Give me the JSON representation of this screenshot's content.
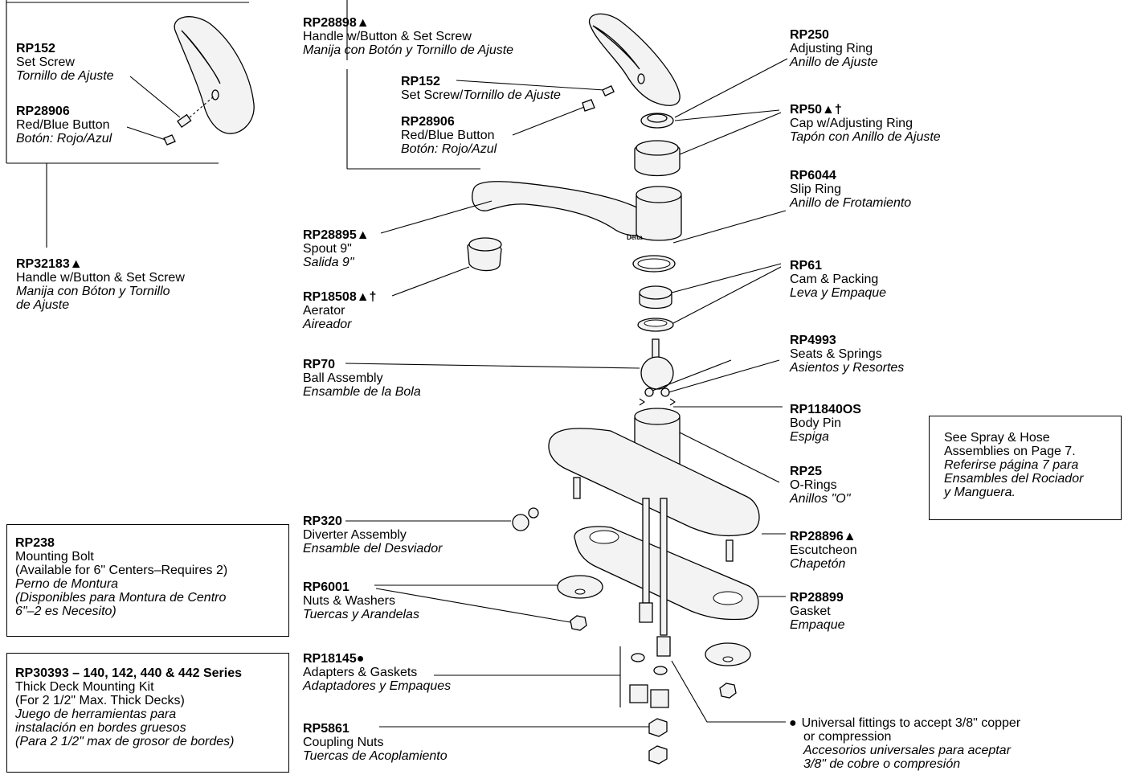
{
  "callouts": {
    "inset_rp152": {
      "part": "RP152",
      "en": "Set Screw",
      "es": "Tornillo de Ajuste"
    },
    "inset_rp28906": {
      "part": "RP28906",
      "en": "Red/Blue Button",
      "es": "Botón: Rojo/Azul"
    },
    "rp32183": {
      "part": "RP32183▲",
      "en": "Handle w/Button & Set Screw",
      "es1": "Manija con Bóton y Tornillo",
      "es2": "de Ajuste"
    },
    "rp28898": {
      "part": "RP28898▲",
      "en": "Handle w/Button & Set Screw",
      "es": "Manija con Botón y Tornillo de Ajuste"
    },
    "rp152": {
      "part": "RP152",
      "en": "Set Screw/",
      "es": "Tornillo de Ajuste"
    },
    "rp28906": {
      "part": "RP28906",
      "en": "Red/Blue Button",
      "es": "Botón: Rojo/Azul"
    },
    "rp28895": {
      "part": "RP28895▲",
      "en": "Spout 9\"",
      "es": "Salida 9\""
    },
    "rp18508": {
      "part": "RP18508▲†",
      "en": "Aerator",
      "es": "Aireador"
    },
    "rp70": {
      "part": "RP70",
      "en": "Ball Assembly",
      "es": "Ensamble de la Bola"
    },
    "rp250": {
      "part": "RP250",
      "en": "Adjusting Ring",
      "es": "Anillo de Ajuste"
    },
    "rp50": {
      "part": "RP50▲†",
      "en": "Cap w/Adjusting Ring",
      "es": "Tapón con Anillo de Ajuste"
    },
    "rp6044": {
      "part": "RP6044",
      "en": "Slip Ring",
      "es": "Anillo de Frotamiento"
    },
    "rp61": {
      "part": "RP61",
      "en": "Cam & Packing",
      "es": "Leva y Empaque"
    },
    "rp4993": {
      "part": "RP4993",
      "en": "Seats & Springs",
      "es": "Asientos y Resortes"
    },
    "rp11840os": {
      "part": "RP11840OS",
      "en": "Body Pin",
      "es": "Espiga"
    },
    "rp25": {
      "part": "RP25",
      "en": "O-Rings",
      "es": "Anillos \"O\""
    },
    "rp28896": {
      "part": "RP28896▲",
      "en": "Escutcheon",
      "es": "Chapetón"
    },
    "rp28899": {
      "part": "RP28899",
      "en": "Gasket",
      "es": "Empaque"
    },
    "rp320": {
      "part": "RP320",
      "en": "Diverter Assembly",
      "es": "Ensamble del Desviador"
    },
    "rp6001": {
      "part": "RP6001",
      "en": "Nuts & Washers",
      "es": "Tuercas y Arandelas"
    },
    "rp18145": {
      "part": "RP18145●",
      "en": "Adapters & Gaskets",
      "es": "Adaptadores y Empaques"
    },
    "rp5861": {
      "part": "RP5861",
      "en": "Coupling Nuts",
      "es": "Tuercas de Acoplamiento"
    }
  },
  "boxes": {
    "rp238": {
      "part": "RP238",
      "en1": "Mounting Bolt",
      "en2": "(Available for 6\" Centers–Requires 2)",
      "es1": "Perno de Montura",
      "es2": "(Disponibles para Montura de Centro",
      "es3": "6\"–2 es Necesito)"
    },
    "rp30393": {
      "part": "RP30393 – 140, 142, 440 & 442 Series",
      "en1": "Thick Deck Mounting Kit",
      "en2": "(For 2 1/2\" Max. Thick Decks)",
      "es1": "Juego de herramientas para",
      "es2": "instalación en bordes gruesos",
      "es3": "(Para 2 1/2\" max de grosor de bordes)"
    },
    "spray": {
      "en1": "See Spray & Hose",
      "en2": "Assemblies on Page 7.",
      "es1": "Referirse página 7 para",
      "es2": "Ensambles del Rociador",
      "es3": "y Manguera."
    }
  },
  "note": {
    "bullet": "●",
    "en1": "Universal fittings to accept 3/8\" copper",
    "en2": "or compression",
    "es1": "Accesorios universales para aceptar",
    "es2": "3/8\" de cobre o compresión"
  },
  "brand_mark": "Delta"
}
